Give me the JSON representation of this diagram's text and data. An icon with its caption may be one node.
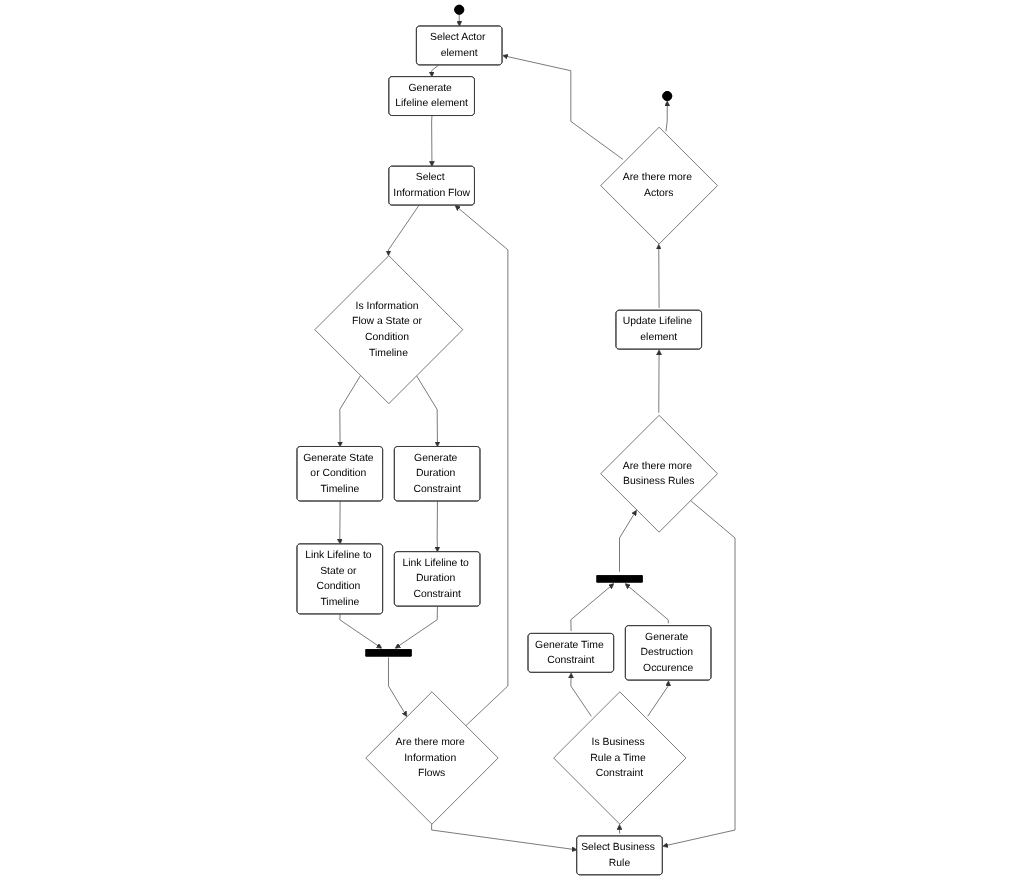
{
  "diagram": {
    "nodes": [
      {
        "text": [],
        "shape": "circle"
      },
      {
        "text": [
          "Select Actor element"
        ]
      },
      {
        "text": [
          "Generate Lifeline element"
        ]
      },
      {
        "text": [
          "Select Information Flow"
        ]
      },
      {
        "text": [
          "Is Information Flow a State or Condition Timeline"
        ]
      },
      {
        "text": [
          "Generate State or Condition Timeline"
        ]
      },
      {
        "text": [
          "Link Lifeline to State or Condition Timeline"
        ]
      },
      {
        "text": [
          "Generate Duration Constraint"
        ]
      },
      {
        "text": [
          "Link Lifeline to Duration Constraint"
        ]
      },
      {
        "text": [],
        "shape": "bar"
      },
      {
        "text": [
          "Are there more Information Flows"
        ]
      },
      {
        "text": [
          "Select Business Rule"
        ]
      },
      {
        "text": [
          "Is Business Rule a Time Constraint"
        ]
      },
      {
        "text": [
          "Update Lifeline element"
        ]
      },
      {
        "text": [
          "Are there more Business Rules"
        ]
      },
      {
        "text": [
          "Generate Time Constraint"
        ]
      },
      {
        "text": [
          "Generate Destruction Occurence"
        ]
      },
      {
        "text": [],
        "shape": "bar"
      },
      {
        "text": [
          "Are there more Actors"
        ]
      },
      {
        "text": [],
        "shape": "circle"
      }
    ],
    "edges": [
      {
        "from": 0,
        "to": 1,
        "arrow": "to"
      },
      {
        "from": 1,
        "to": 2,
        "arrow": "to"
      },
      {
        "from": 2,
        "to": 3,
        "arrow": "to"
      },
      {
        "from": 3,
        "to": 4,
        "arrow": "to"
      },
      {
        "from": 4,
        "to": 5,
        "arrow": "to"
      },
      {
        "from": 4,
        "to": 7,
        "arrow": "to"
      },
      {
        "from": 5,
        "to": 6,
        "arrow": "to"
      },
      {
        "from": 6,
        "to": 9,
        "arrow": "to"
      },
      {
        "from": 7,
        "to": 8,
        "arrow": "to"
      },
      {
        "from": 8,
        "to": 9,
        "arrow": "to"
      },
      {
        "from": 9,
        "to": 10,
        "arrow": "to"
      },
      {
        "from": 10,
        "to": 3,
        "arrow": "to"
      },
      {
        "from": 10,
        "to": 11,
        "arrow": "to"
      },
      {
        "from": 11,
        "to": 12,
        "arrow": "to"
      },
      {
        "from": 12,
        "to": 15,
        "arrow": "to"
      },
      {
        "from": 12,
        "to": 16,
        "arrow": "to"
      },
      {
        "from": 15,
        "to": 17,
        "arrow": "to"
      },
      {
        "from": 16,
        "to": 17,
        "arrow": "to"
      },
      {
        "from": 17,
        "to": 14,
        "arrow": "to"
      },
      {
        "from": 14,
        "to": 11,
        "arrow": "to"
      },
      {
        "from": 14,
        "to": 13,
        "arrow": "to"
      },
      {
        "from": 13,
        "to": 18,
        "arrow": "to"
      },
      {
        "from": 18,
        "to": 1,
        "arrow": "to"
      },
      {
        "from": 18,
        "to": 19,
        "arrow": "to"
      }
    ]
  }
}
